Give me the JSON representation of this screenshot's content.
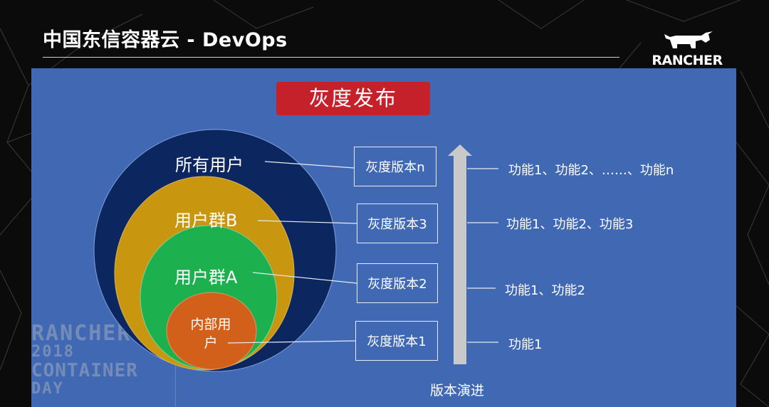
{
  "header": {
    "title": "中国东信容器云 - DevOps",
    "logo_text": "RANCHER"
  },
  "watermark": [
    "RANCHER",
    "2018",
    "CONTAINER",
    "DAY"
  ],
  "diagram": {
    "title": "灰度发布",
    "title_color": "#c4212b",
    "groups": [
      {
        "label": "所有用户",
        "color": "#0c2660"
      },
      {
        "label": "用户群B",
        "color": "#c8960f"
      },
      {
        "label": "用户群A",
        "color": "#1db04e"
      },
      {
        "label": "内部用户",
        "color": "#d2601b"
      }
    ],
    "versions": [
      "灰度版本n",
      "灰度版本3",
      "灰度版本2",
      "灰度版本1"
    ],
    "features": [
      "功能1、功能2、……、功能n",
      "功能1、功能2、功能3",
      "功能1、功能2",
      "功能1"
    ],
    "axis_label": "版本演进"
  }
}
